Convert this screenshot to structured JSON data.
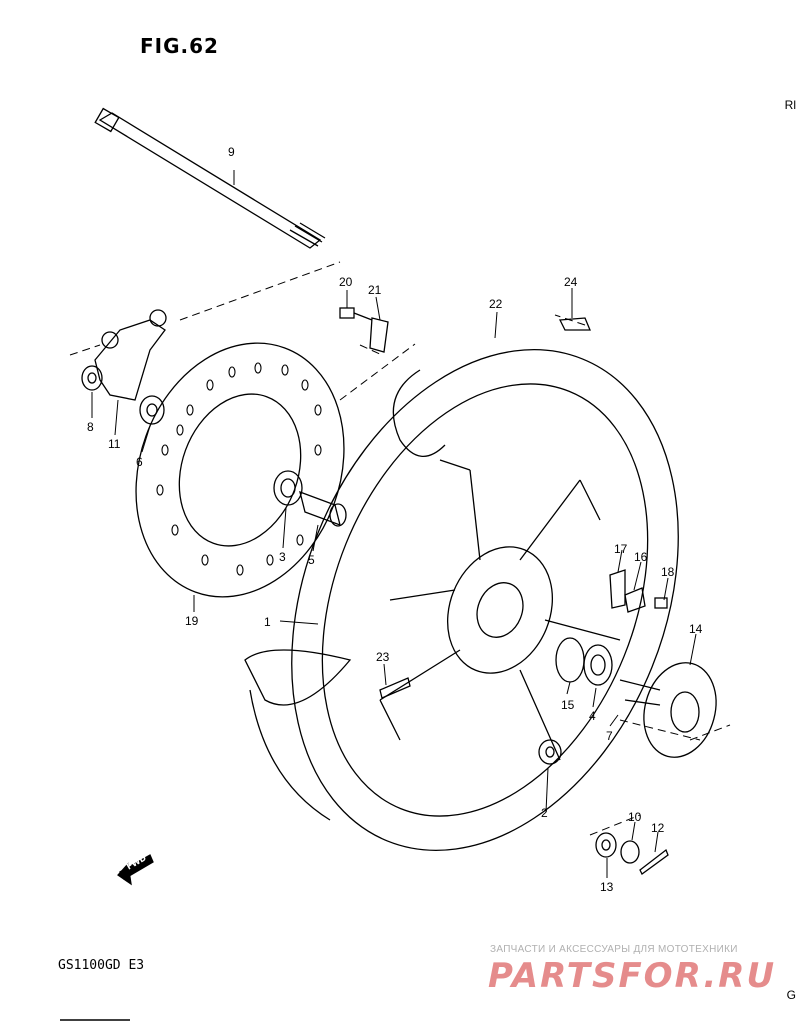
{
  "figure": {
    "title": "FIG.62",
    "model": "GS1100GD  E3",
    "fwd_text": "FWD"
  },
  "watermark": {
    "caption": "ЗАПЧАСТИ И АКСЕССУАРЫ ДЛЯ МОТОТЕХНИКИ",
    "logo": "PARTSFOR.RU"
  },
  "edge_text": {
    "top": "Rl",
    "bottom": "G"
  },
  "callouts": [
    "1",
    "2",
    "3",
    "4",
    "5",
    "6",
    "7",
    "8",
    "9",
    "10",
    "11",
    "12",
    "13",
    "14",
    "15",
    "16",
    "17",
    "18",
    "19",
    "20",
    "21",
    "22",
    "23",
    "24"
  ],
  "colors": {
    "ink": "#000000",
    "watermark": "#e58c8c"
  }
}
